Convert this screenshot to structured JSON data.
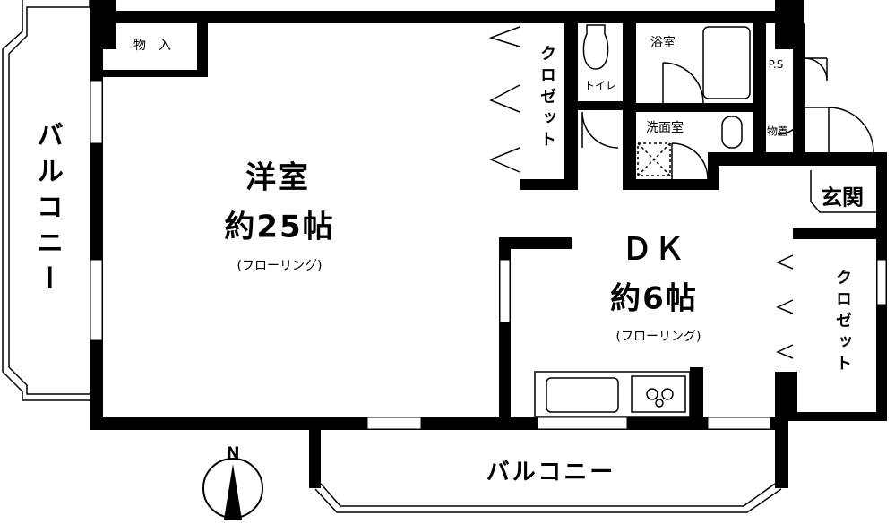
{
  "plan": {
    "western_room": {
      "name": "洋室",
      "size": "約25帖",
      "floor": "(フローリング)"
    },
    "dk": {
      "name": "ＤＫ",
      "size": "約6帖",
      "floor": "(フローリング)"
    },
    "storage": "物　入",
    "closet_1": "クロゼット",
    "closet_2": "クロゼット",
    "toilet": "トイレ",
    "bath": "浴室",
    "washroom": "洗面室",
    "pipe_space": "P.S",
    "storeroom": "物置",
    "entrance": "玄関",
    "balcony_west": "バルコニー",
    "balcony_south": "バルコニー",
    "compass": "N"
  },
  "colors": {
    "wall": "#000000",
    "background": "#ffffff"
  }
}
